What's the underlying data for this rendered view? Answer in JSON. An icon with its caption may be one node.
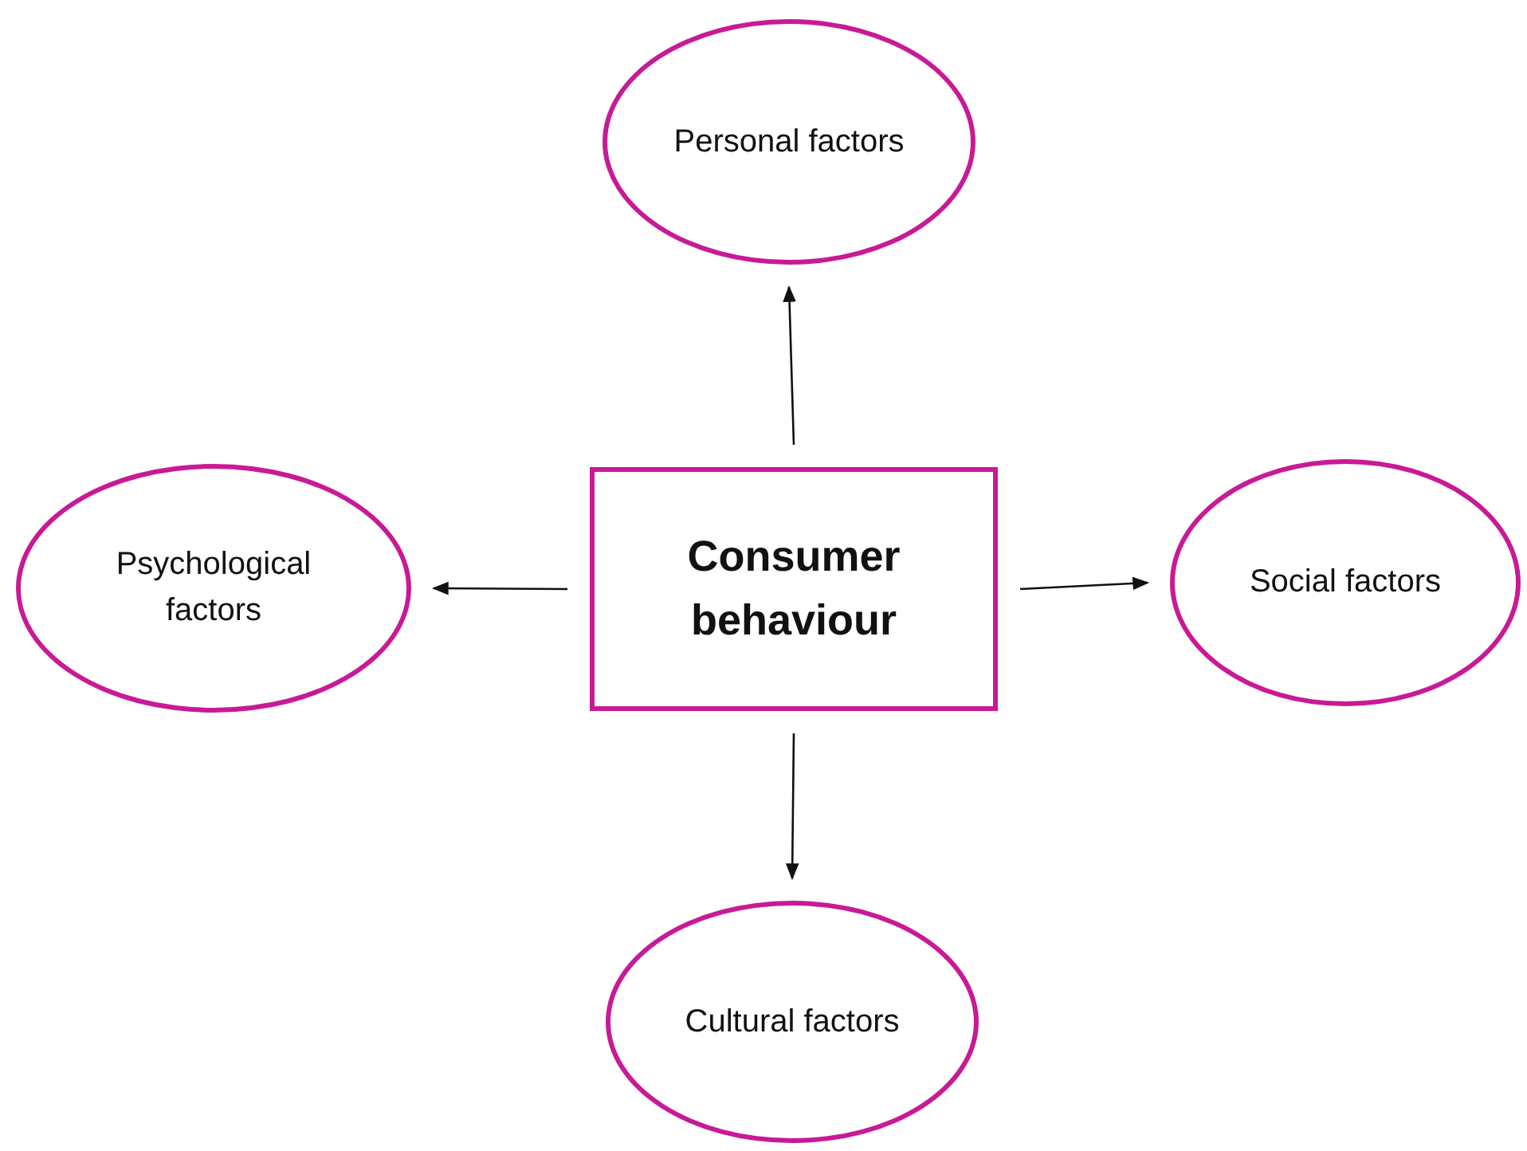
{
  "diagram": {
    "nodes": [
      {
        "text": [
          "Personal factors"
        ]
      },
      {
        "text": [
          "Psychological factors"
        ]
      },
      {
        "text": [
          "Consumer behaviour"
        ]
      },
      {
        "text": [
          "Social factors"
        ]
      },
      {
        "text": [
          "Cultural factors"
        ]
      }
    ],
    "edges": [
      {
        "from": 2,
        "to": 0,
        "arrow": "to"
      },
      {
        "from": 2,
        "to": 1,
        "arrow": "to"
      },
      {
        "from": 2,
        "to": 3,
        "arrow": "to"
      },
      {
        "from": 2,
        "to": 4,
        "arrow": "to"
      }
    ]
  }
}
